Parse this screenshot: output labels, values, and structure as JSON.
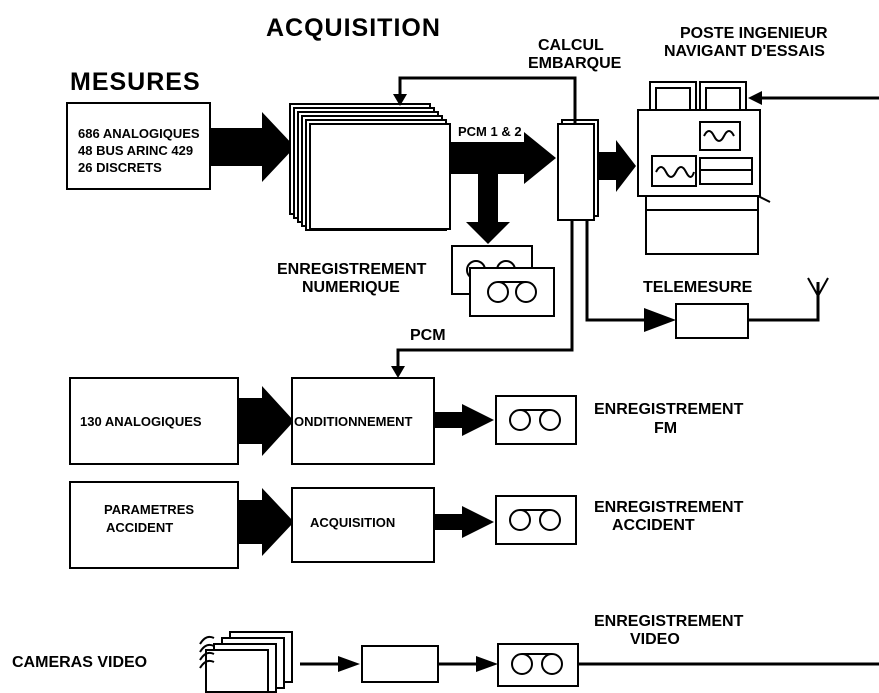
{
  "titles": {
    "acquisition": "ACQUISITION",
    "mesures": "MESURES",
    "calcul_line1": "CALCUL",
    "calcul_line2": "EMBARQUE",
    "poste_line1": "POSTE INGENIEUR",
    "poste_line2": "NAVIGANT D'ESSAIS"
  },
  "mesures_box": {
    "line1": "686 ANALOGIQUES",
    "line2": "48 BUS ARINC 429",
    "line3": "26 DISCRETS"
  },
  "labels": {
    "pcm12": "PCM 1 & 2",
    "enreg_num_line1": "ENREGISTREMENT",
    "enreg_num_line2": "NUMERIQUE",
    "telemesure": "TELEMESURE",
    "pcm": "PCM",
    "analogiques130": "130 ANALOGIQUES",
    "conditionnement": "ONDITIONNEMENT",
    "enreg_fm_line1": "ENREGISTREMENT",
    "enreg_fm_line2": "FM",
    "parametres_line1": "PARAMETRES",
    "parametres_line2": "ACCIDENT",
    "acquisition_box": "ACQUISITION",
    "enreg_acc_line1": "ENREGISTREMENT",
    "enreg_acc_line2": "ACCIDENT",
    "enreg_video_line1": "ENREGISTREMENT",
    "enreg_video_line2": "VIDEO",
    "cameras": "CAMERAS VIDEO"
  }
}
